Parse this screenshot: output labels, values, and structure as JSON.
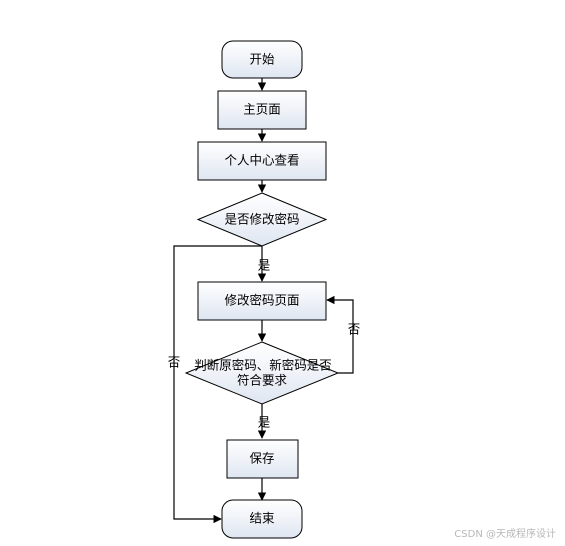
{
  "nodes": {
    "start": "开始",
    "home": "主页面",
    "profile": "个人中心查看",
    "decision_modify": "是否修改密码",
    "modify_page": "修改密码页面",
    "decision_check_line1": "判断原密码、新密码是否",
    "decision_check_line2": "符合要求",
    "save": "保存",
    "end": "结束"
  },
  "edges": {
    "yes_1": "是",
    "yes_2": "是",
    "no_retry": "否",
    "no_skip": "否"
  },
  "watermark": "CSDN @天成程序设计",
  "colors": {
    "node_fill_top": "#ffffff",
    "node_fill_bottom": "#dfe6f1",
    "stroke": "#000000"
  }
}
